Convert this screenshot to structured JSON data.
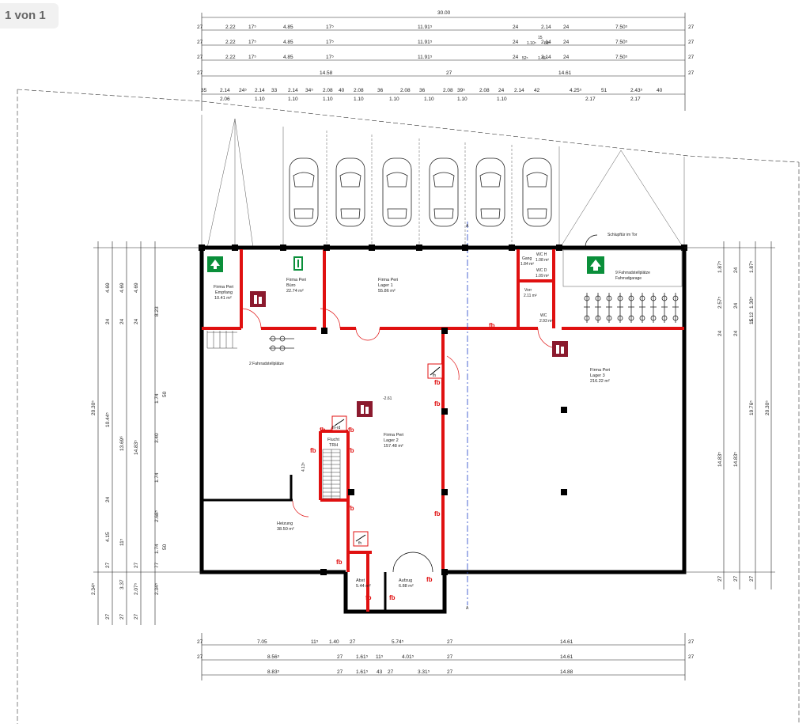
{
  "page_indicator": "1 von 1",
  "dims_top": {
    "total": "30.00",
    "row1": [
      "27",
      "2.22",
      "17⁵",
      "4.85",
      "17⁵",
      "11.91⁵",
      "24",
      "2.14",
      "24",
      "7.50⁵",
      "27"
    ],
    "row4": [
      "27",
      "14.58",
      "27",
      "14.61",
      "27"
    ],
    "row5a": [
      "35",
      "2.14",
      "24⁵",
      "2.14",
      "33",
      "2.14",
      "34⁵",
      "2.08",
      "40",
      "2.08",
      "36",
      "2.08",
      "36",
      "2.08",
      "39⁵",
      "2.08",
      "24",
      "2.14",
      "42",
      "4.25⁵",
      "51",
      "2.43⁵",
      "40"
    ],
    "row5b": [
      "2.06",
      "1.10",
      "1.10",
      "1.10",
      "1.10",
      "1.10",
      "1.10",
      "1.10",
      "1.10",
      "2.17",
      "2.17"
    ],
    "extra": [
      "15",
      "1.10⁵",
      "88⁵",
      "52⁵",
      "1.46⁵"
    ]
  },
  "dims_bottom": {
    "row1": [
      "27",
      "7.05",
      "11⁵",
      "1.40",
      "27",
      "5.74⁵",
      "27",
      "14.61",
      "27"
    ],
    "row2": [
      "27",
      "8.56⁵",
      "27",
      "1.61⁵",
      "11⁵",
      "4.01⁵",
      "27",
      "14.61",
      "27"
    ],
    "row3": [
      "8.83⁵",
      "27",
      "1.61⁵",
      "43",
      "27",
      "3.31⁵",
      "27",
      "14.88"
    ]
  },
  "dims_left": [
    "4.69",
    "4.69",
    "4.69",
    "24",
    "24",
    "24",
    "8.23",
    "20.30⁵",
    "10.44⁵",
    "13.69⁶",
    "14.83⁵",
    "1.74",
    "50",
    "3.40",
    "1.74",
    "2.68⁵",
    "24",
    "4.15",
    "11⁵",
    "1.74",
    "50",
    "27",
    "27",
    "77",
    "2.34⁵",
    "3.37",
    "2.07⁵",
    "2.34⁵",
    "27",
    "27",
    "27"
  ],
  "dims_right": [
    "1.87⁵",
    "24",
    "1.87⁵",
    "2.57⁵",
    "24",
    "1.30⁵",
    "15",
    "1.12",
    "24",
    "24",
    "14.83⁵",
    "14.83⁵",
    "19.76⁵",
    "20.30⁵",
    "27",
    "27",
    "27"
  ],
  "rooms": {
    "empfang": {
      "line1": "Firma Peri",
      "line2": "Empfang",
      "area": "10.41 m²"
    },
    "buero": {
      "line1": "Firma Peri",
      "line2": "Büro",
      "area": "22.74 m²"
    },
    "lager1": {
      "line1": "Firma Peri",
      "line2": "Lager 1",
      "area": "55.86 m²"
    },
    "lager2": {
      "line1": "Firma Peri",
      "line2": "Lager 2",
      "area": "157.48 m²"
    },
    "lager3": {
      "line1": "Firma Peri",
      "line2": "Lager 3",
      "area": "216.22 m²"
    },
    "heizung": {
      "line1": "Heizung",
      "area": "38.50 m²"
    },
    "abst": {
      "line1": "Abst",
      "area": "5.44 m²"
    },
    "aufzug": {
      "line1": "Aufzug",
      "area": "6.88 m²"
    },
    "flucht": {
      "line1": "Flucht",
      "line2": "TRH"
    },
    "gang": {
      "line1": "Gang",
      "area": "1.84 m²"
    },
    "wch": {
      "line1": "WC H",
      "area": "1.08 m²"
    },
    "wcd": {
      "line1": "WC D",
      "area": "1.09 m²"
    },
    "vorr": {
      "line1": "Vorr",
      "area": "2.11 m²"
    },
    "wc": {
      "line1": "WC",
      "area": "2.93 m²"
    },
    "fahrradgarage": {
      "line1": "9 Fahrradstellplätze",
      "line2": "Fahrradgarage"
    }
  },
  "labels": {
    "bike2": "2 Fahrradstellplätze",
    "schlupftuer": "Schlupftür im Tor",
    "level": "-2.61",
    "section_a": "A",
    "stair_dim": "4.13⁵",
    "fb": "fb",
    "fh_rd": "fh-rd",
    "fh": "fh"
  },
  "colors": {
    "wall": "#000000",
    "fire_wall": "#e01010",
    "exit_sign": "#0a8f3a",
    "extinguisher": "#8b1a2e",
    "axis": "#1f3fc8"
  }
}
